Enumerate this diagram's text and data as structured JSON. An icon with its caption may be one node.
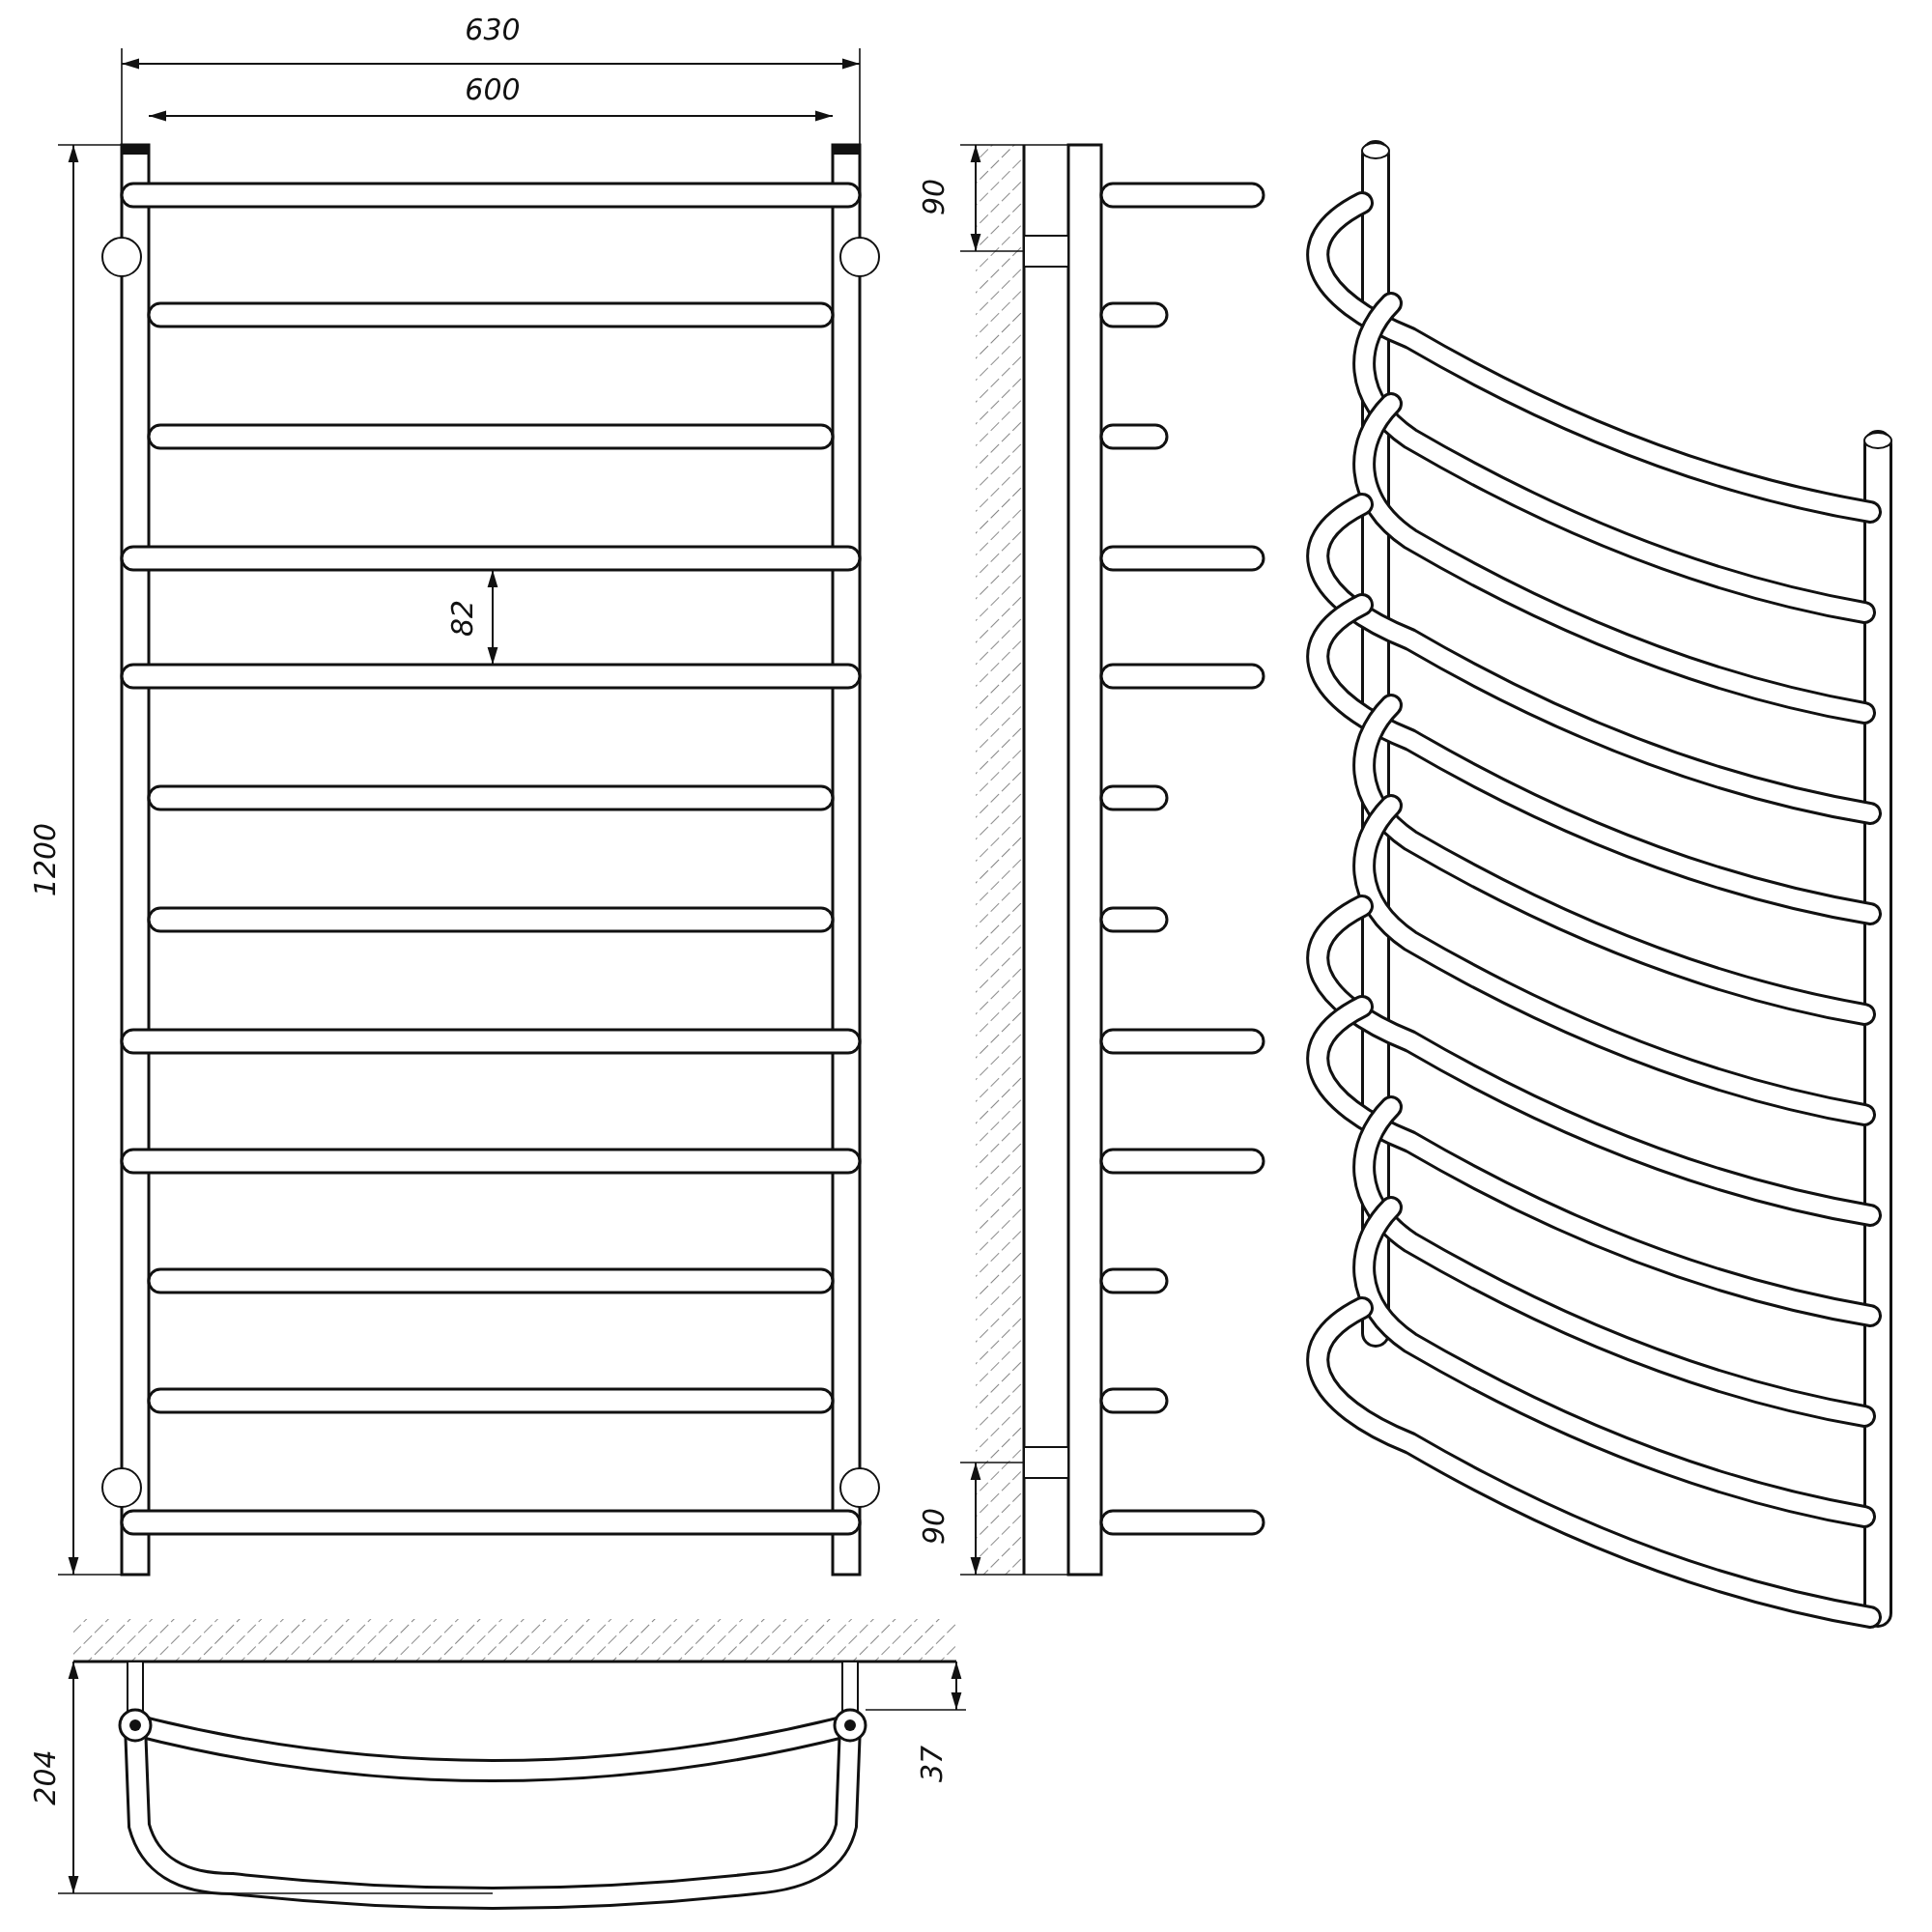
{
  "diagram": {
    "labels": [
      "630",
      "600",
      "1200",
      "82",
      "90",
      "90",
      "204",
      "37"
    ]
  }
}
